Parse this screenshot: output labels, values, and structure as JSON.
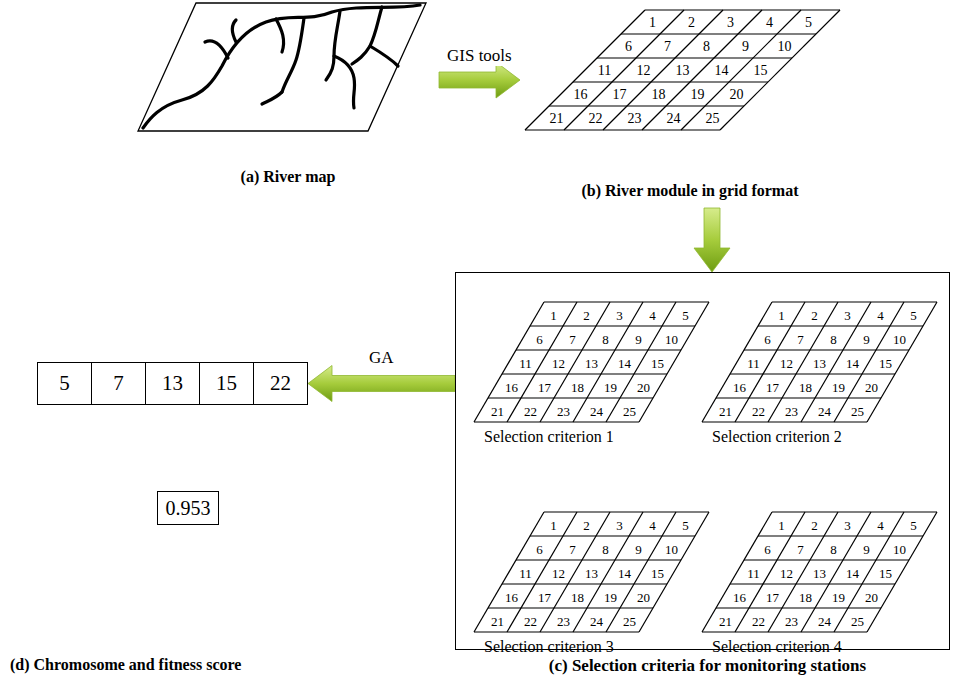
{
  "diagram": {
    "nodes": [
      {
        "text": [
          "(a) River map"
        ]
      },
      {
        "text": [
          "(b) River module in grid format"
        ]
      },
      {
        "text": [
          "(c) Selection criteria for monitoring stations"
        ]
      },
      {
        "text": [
          "Selection criterion 1"
        ],
        "in": 2
      },
      {
        "text": [
          "Selection criterion 2"
        ],
        "in": 2
      },
      {
        "text": [
          "Selection criterion 3"
        ],
        "in": 2
      },
      {
        "text": [
          "Selection criterion 4"
        ],
        "in": 2
      },
      {
        "text": [
          "5"
        ]
      },
      {
        "text": [
          "7"
        ]
      },
      {
        "text": [
          "13"
        ]
      },
      {
        "text": [
          "15"
        ]
      },
      {
        "text": [
          "22"
        ]
      },
      {
        "text": [
          "0.953"
        ]
      }
    ],
    "edges": [
      {
        "from": 0,
        "to": 1,
        "arrow": "to",
        "label": "GIS tools"
      },
      {
        "from": 1,
        "to": 2,
        "arrow": "to"
      },
      {
        "from": 2,
        "to": 11,
        "arrow": "to",
        "label": "GA"
      }
    ],
    "labels": [
      "1",
      "2",
      "3",
      "4",
      "5",
      "6",
      "7",
      "8",
      "9",
      "10",
      "11",
      "12",
      "13",
      "14",
      "15",
      "16",
      "17",
      "18",
      "19",
      "20",
      "21",
      "22",
      "23",
      "24",
      "25",
      "1",
      "2",
      "3",
      "4",
      "5",
      "6",
      "7",
      "8",
      "9",
      "10",
      "11",
      "12",
      "13",
      "14",
      "15",
      "16",
      "17",
      "18",
      "19",
      "20",
      "21",
      "22",
      "23",
      "24",
      "25",
      "1",
      "2",
      "3",
      "4",
      "5",
      "6",
      "7",
      "8",
      "9",
      "10",
      "11",
      "12",
      "13",
      "14",
      "15",
      "16",
      "17",
      "18",
      "19",
      "20",
      "21",
      "22",
      "23",
      "24",
      "25",
      "1",
      "2",
      "3",
      "4",
      "5",
      "6",
      "7",
      "8",
      "9",
      "10",
      "11",
      "12",
      "13",
      "14",
      "15",
      "16",
      "17",
      "18",
      "19",
      "20",
      "21",
      "22",
      "23",
      "24",
      "25",
      "1",
      "2",
      "3",
      "4",
      "5",
      "6",
      "7",
      "8",
      "9",
      "10",
      "11",
      "12",
      "13",
      "14",
      "15",
      "16",
      "17",
      "18",
      "19",
      "20",
      "21",
      "22",
      "23",
      "24",
      "25",
      "(d) Chromosome and fitness score"
    ]
  }
}
